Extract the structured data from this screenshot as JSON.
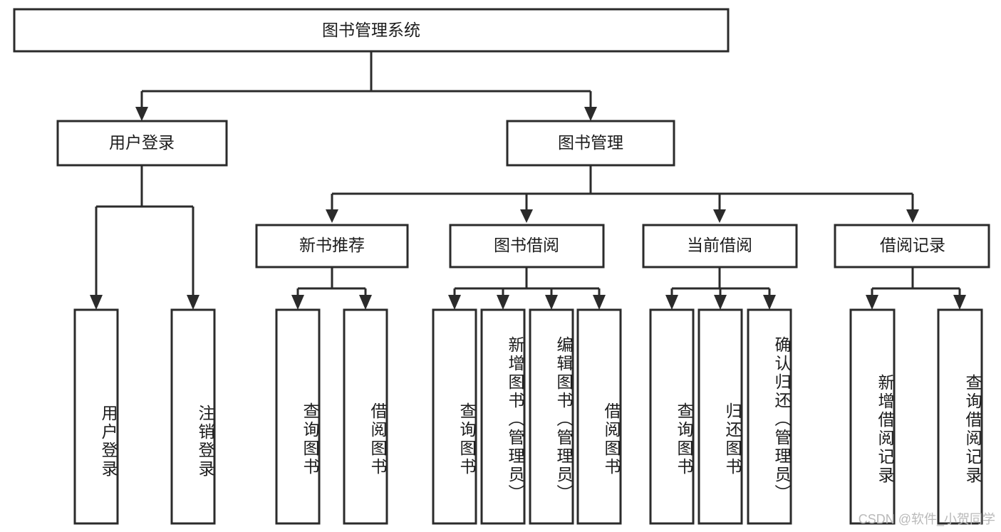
{
  "diagram": {
    "title": "图书管理系统",
    "watermark": "CSDN @软件_小贺同学",
    "colors": {
      "stroke": "#2b2b2b",
      "fill": "#ffffff",
      "text": "#1c1c1c",
      "watermark": "#b9b9b9",
      "background": "#ffffff"
    },
    "root": {
      "label": "图书管理系统"
    },
    "level1": [
      {
        "label": "用户登录"
      },
      {
        "label": "图书管理"
      }
    ],
    "level2": [
      {
        "label": "新书推荐"
      },
      {
        "label": "图书借阅"
      },
      {
        "label": "当前借阅"
      },
      {
        "label": "借阅记录"
      }
    ],
    "leaves": {
      "user_login": [
        {
          "label": "用户登录"
        },
        {
          "label": "注销登录"
        }
      ],
      "new_book_recommend": [
        {
          "label": "查询图书"
        },
        {
          "label": "借阅图书"
        }
      ],
      "book_borrow": [
        {
          "label": "查询图书"
        },
        {
          "label": "新增图书（管理员）"
        },
        {
          "label": "编辑图书（管理员）"
        },
        {
          "label": "借阅图书"
        }
      ],
      "current_borrow": [
        {
          "label": "查询图书"
        },
        {
          "label": "归还图书"
        },
        {
          "label": "确认归还（管理员）"
        }
      ],
      "borrow_record": [
        {
          "label": "新增借阅记录"
        },
        {
          "label": "查询借阅记录"
        }
      ]
    }
  }
}
